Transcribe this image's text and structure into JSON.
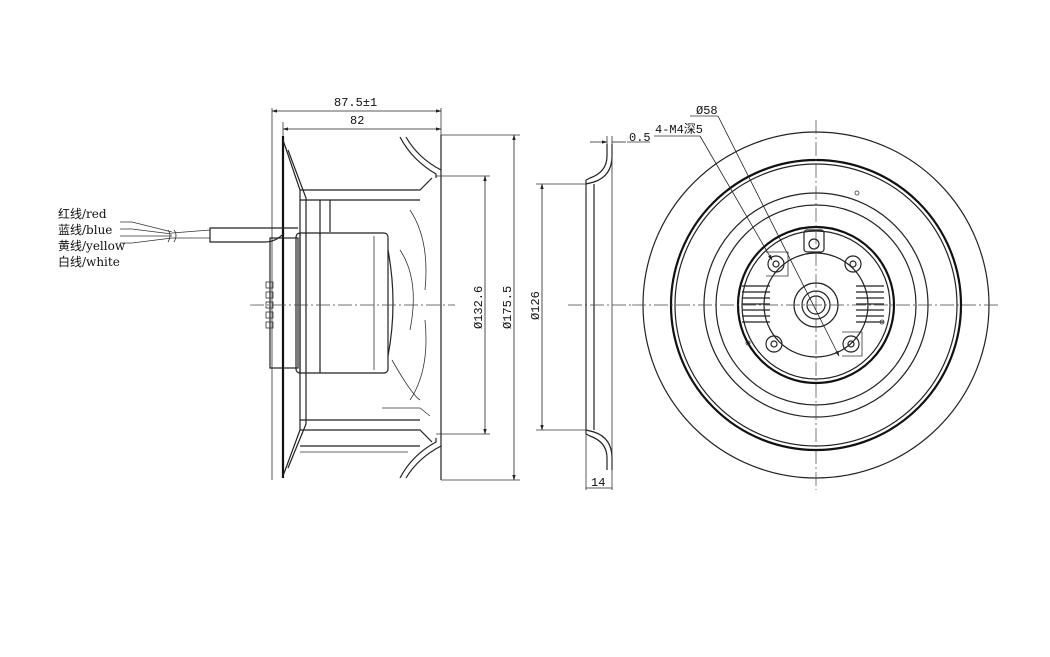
{
  "side_view": {
    "dim_overall_width": "87.5±1",
    "dim_wheel_width": "82",
    "dim_inner_dia": "Ø132.6",
    "dim_outer_dia": "Ø175.5"
  },
  "wires": [
    {
      "label": "红线/red"
    },
    {
      "label": "蓝线/blue"
    },
    {
      "label": "黄线/yellow"
    },
    {
      "label": "白线/white"
    }
  ],
  "inlet_ring": {
    "dim_thickness": "0.5",
    "dim_bore": "Ø126",
    "dim_depth": "14"
  },
  "front_view": {
    "dim_bolt_circle": "Ø58",
    "dim_mount_holes": "4-M4深5"
  }
}
